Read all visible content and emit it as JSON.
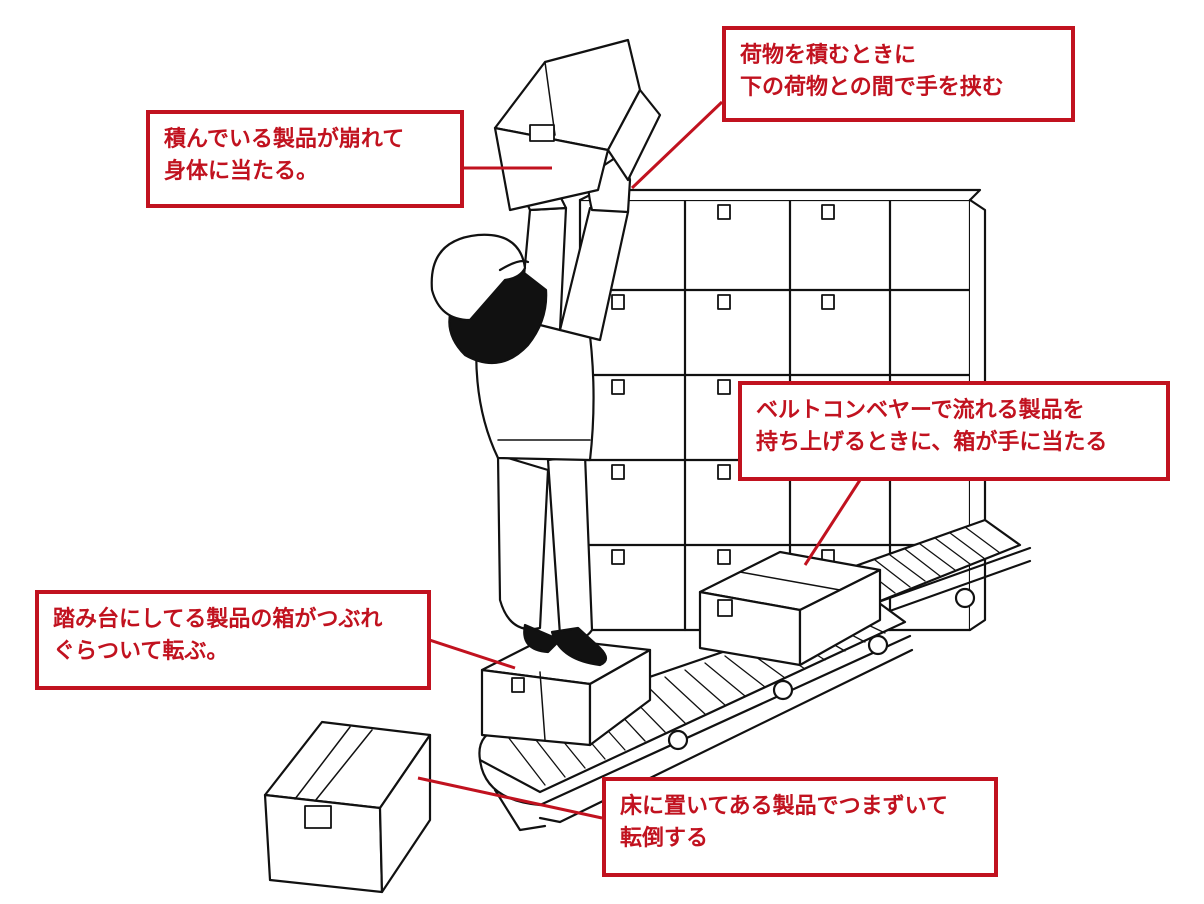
{
  "colors": {
    "accent": "#c1121f",
    "ink": "#111111",
    "paper": "#ffffff"
  },
  "callouts": {
    "collapse": {
      "line1": "積んでいる製品が崩れて",
      "line2": "身体に当たる。"
    },
    "pinch": {
      "line1": "荷物を積むときに",
      "line2": "下の荷物との間で手を挟む"
    },
    "conveyor": {
      "line1": "ベルトコンベヤーで流れる製品を",
      "line2": "持ち上げるときに、箱が手に当たる"
    },
    "step": {
      "line1": "踏み台にしてる製品の箱がつぶれ",
      "line2": "ぐらついて転ぶ。"
    },
    "trip": {
      "line1": "床に置いてある製品でつまずいて",
      "line2": "転倒する"
    }
  }
}
